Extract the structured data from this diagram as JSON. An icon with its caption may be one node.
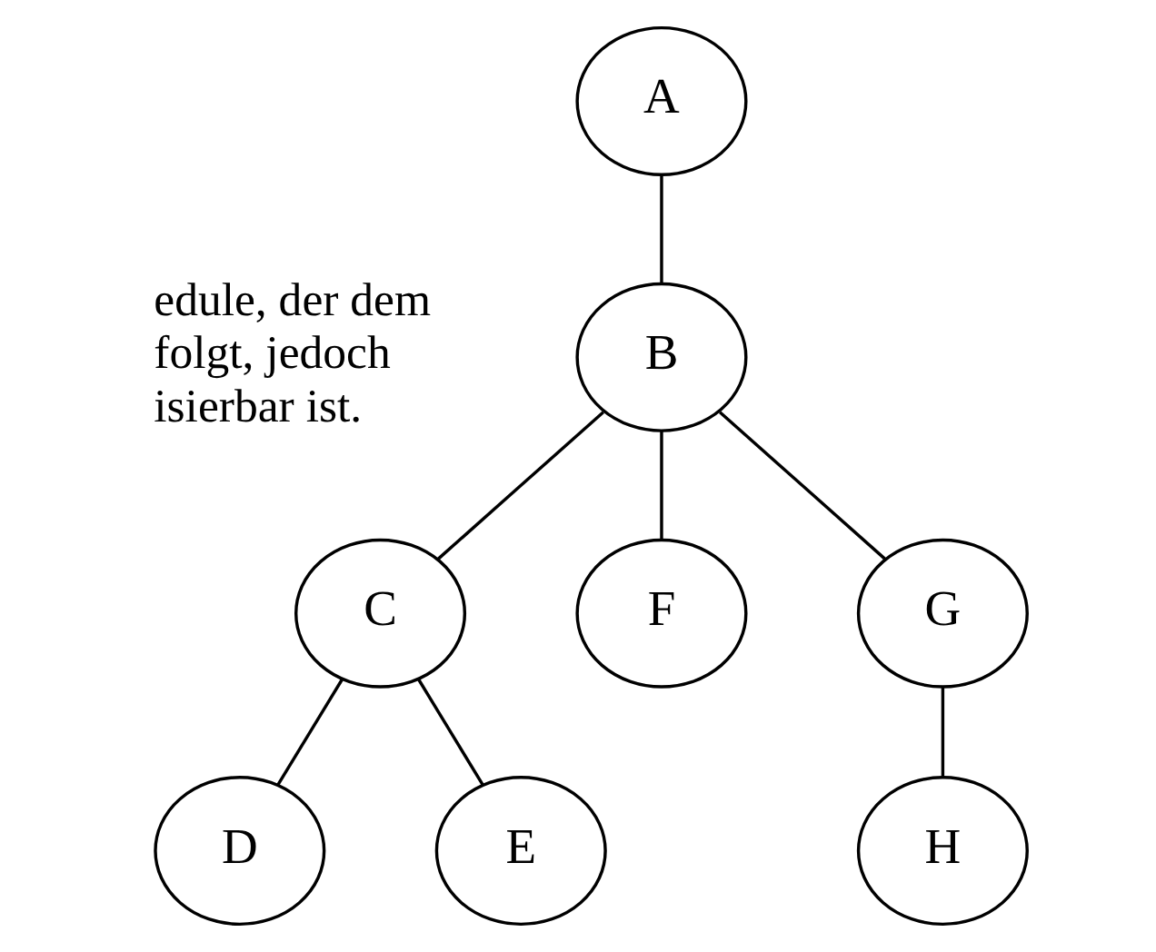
{
  "diagram": {
    "nodes": [
      {
        "text": [
          "A"
        ]
      },
      {
        "text": [
          "B"
        ]
      },
      {
        "text": [
          "C"
        ]
      },
      {
        "text": [
          "F"
        ]
      },
      {
        "text": [
          "G"
        ]
      },
      {
        "text": [
          "D"
        ]
      },
      {
        "text": [
          "E"
        ]
      },
      {
        "text": [
          "H"
        ]
      }
    ],
    "edges": [
      {
        "from": 0,
        "to": 1,
        "arrow": "none"
      },
      {
        "from": 1,
        "to": 2,
        "arrow": "none"
      },
      {
        "from": 1,
        "to": 3,
        "arrow": "none"
      },
      {
        "from": 1,
        "to": 4,
        "arrow": "none"
      },
      {
        "from": 2,
        "to": 5,
        "arrow": "none"
      },
      {
        "from": 2,
        "to": 6,
        "arrow": "none"
      },
      {
        "from": 4,
        "to": 7,
        "arrow": "none"
      }
    ],
    "labels": [
      "edule, der dem folgt, jedoch isierbar ist."
    ]
  }
}
